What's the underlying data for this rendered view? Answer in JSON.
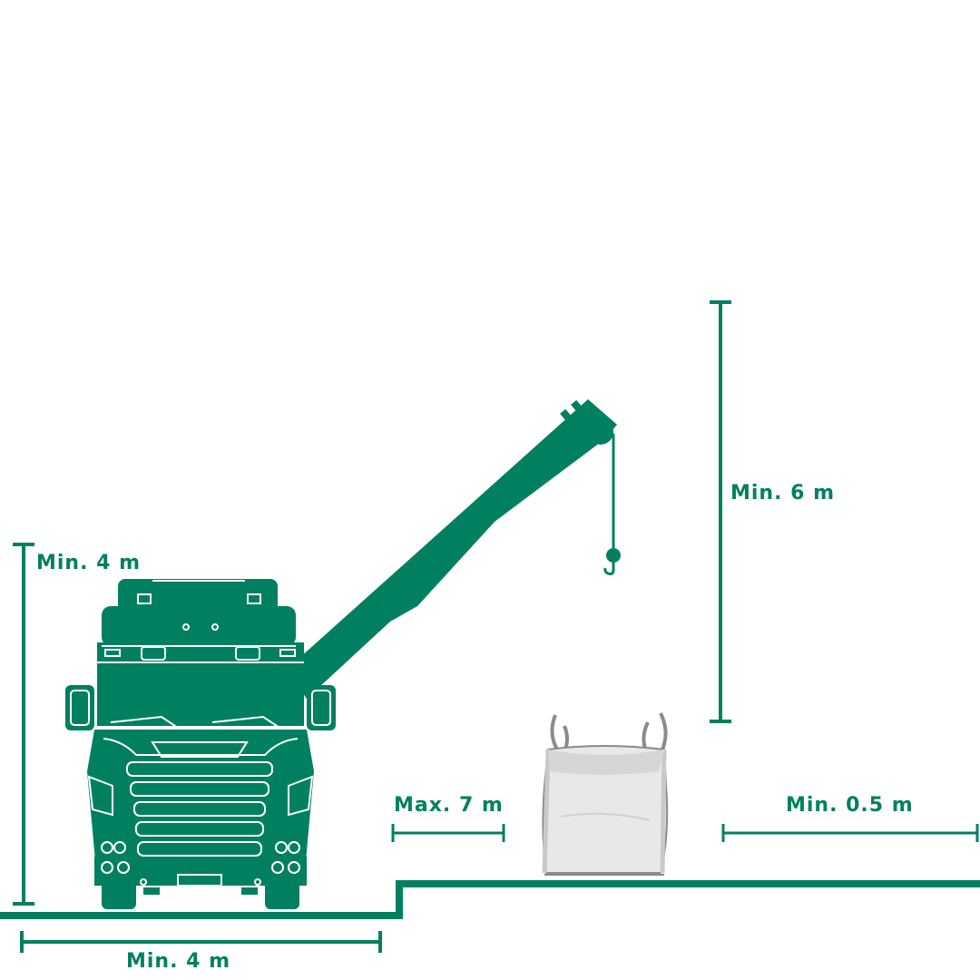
{
  "colors": {
    "accent": "#008060",
    "bag_fill": "#e8e8e8",
    "bag_shade": "#c9c9c9",
    "bag_outline": "#8a8a8a",
    "background": "#ffffff"
  },
  "dimensions": {
    "truck_height": "Min. 4 m",
    "hook_height": "Min. 6 m",
    "reach": "Max. 7 m",
    "clearance": "Min. 0.5 m",
    "ground_width": "Min. 4 m"
  },
  "icons": [
    "crane-truck-icon",
    "crane-hook-icon",
    "bulk-bag-icon"
  ]
}
